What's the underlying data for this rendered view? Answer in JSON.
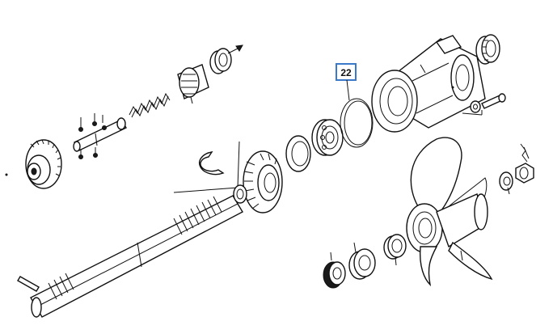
{
  "callout": {
    "label": "22",
    "accent": "#3a79c9"
  },
  "parts": [
    "drive-gear",
    "pinion-shaft",
    "spring",
    "clutch-dog",
    "bearing-sleeve",
    "bevel-gear",
    "thrust-washer",
    "ball-bearing",
    "o-ring",
    "bearing-holder",
    "needle-bearing",
    "bolt",
    "propeller-shaft",
    "propeller",
    "retaining-ring",
    "cotter-pin",
    "lock-washer",
    "prop-nut",
    "seal",
    "spacer"
  ]
}
